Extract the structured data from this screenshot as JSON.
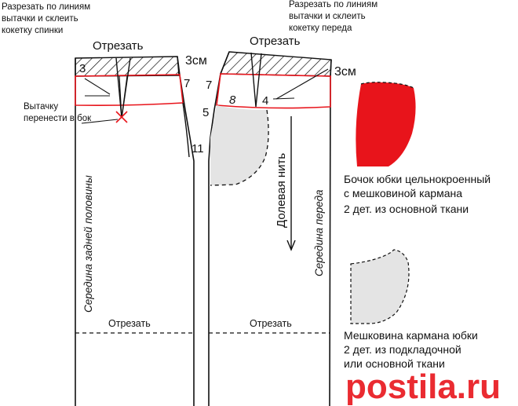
{
  "labels": {
    "back_cut_note_1": "Разрезать по линиям",
    "back_cut_note_2": "вытачки и склеить",
    "back_cut_note_3": "кокетку спинки",
    "front_cut_note_1": "Разрезать по линиям",
    "front_cut_note_2": "вытачки и склеить",
    "front_cut_note_3": "кокетку переда",
    "cut_off_top_back": "Отрезать",
    "cut_off_top_front": "Отрезать",
    "cut_off_bottom_back": "Отрезать",
    "cut_off_bottom_front": "Отрезать",
    "dart_note_1": "Вытачку",
    "dart_note_2": "перенести в бок",
    "back_center": "Середина задней половины",
    "front_center": "Середина переда",
    "grain_line": "Долевая нить",
    "yoke_height_back": "3см",
    "yoke_height_front": "3см"
  },
  "measurements": {
    "n3": "3",
    "n7_back": "7",
    "n7_front": "7",
    "n5": "5",
    "n8": "8",
    "n4": "4",
    "n11": "11"
  },
  "legend": {
    "side_piece_1": "Бочок юбки цельнокроенный",
    "side_piece_2": "с мешковиной кармана",
    "side_piece_3": "2 дет. из основной ткани",
    "pocket_1": "Мешковина кармана юбки",
    "pocket_2": "2 дет. из подкладочной",
    "pocket_3": "или основной ткани"
  },
  "watermark": "postila.ru",
  "colors": {
    "outline": "#111111",
    "red": "#e8141b",
    "grey_fill": "#e4e4e4",
    "watermark": "#e8141b"
  }
}
